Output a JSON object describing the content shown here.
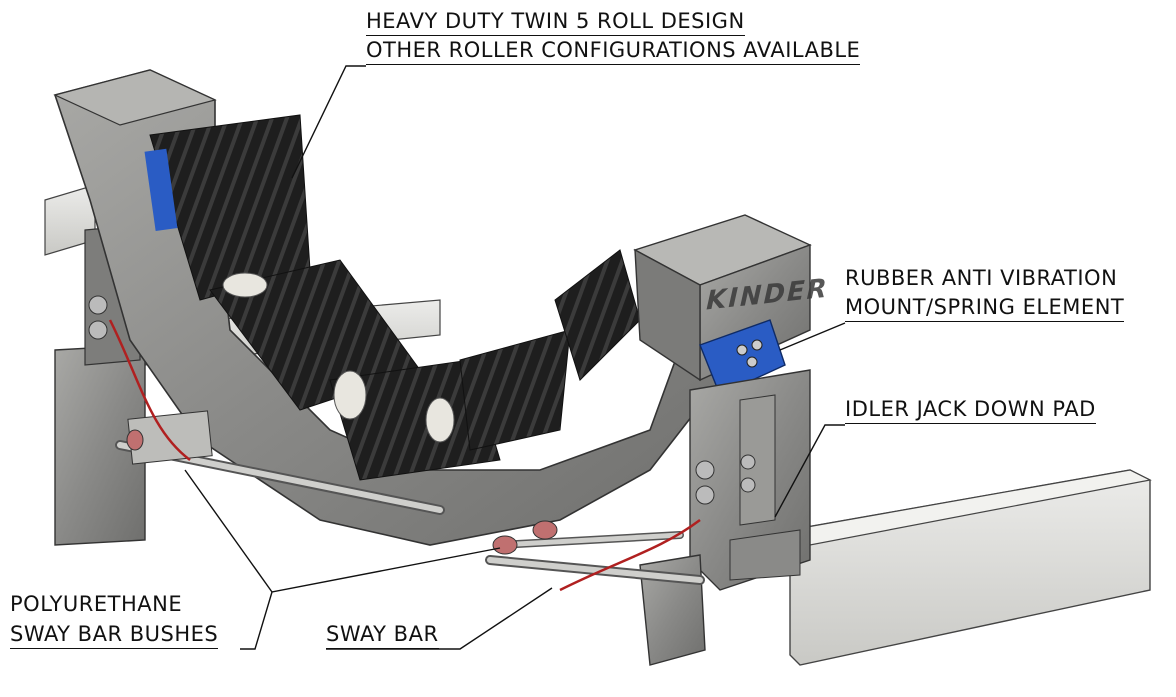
{
  "labels": {
    "heavy_duty": "HEAVY DUTY TWIN 5 ROLL DESIGN",
    "other_config": "OTHER ROLLER CONFIGURATIONS AVAILABLE",
    "rubber_line1": "RUBBER ANTI VIBRATION",
    "rubber_line2": "MOUNT/SPRING ELEMENT",
    "idler_jack": "IDLER JACK DOWN PAD",
    "poly_line1": "POLYURETHANE",
    "poly_line2": "SWAY BAR BUSHES",
    "sway_bar": "SWAY BAR"
  },
  "brand": "KINDER",
  "colors": {
    "frame": "#8c8c8c",
    "roller": "#1c1c1c",
    "mount": "#2a5cc4",
    "beam": "#d8d8d4",
    "spring_line": "#b02020"
  }
}
